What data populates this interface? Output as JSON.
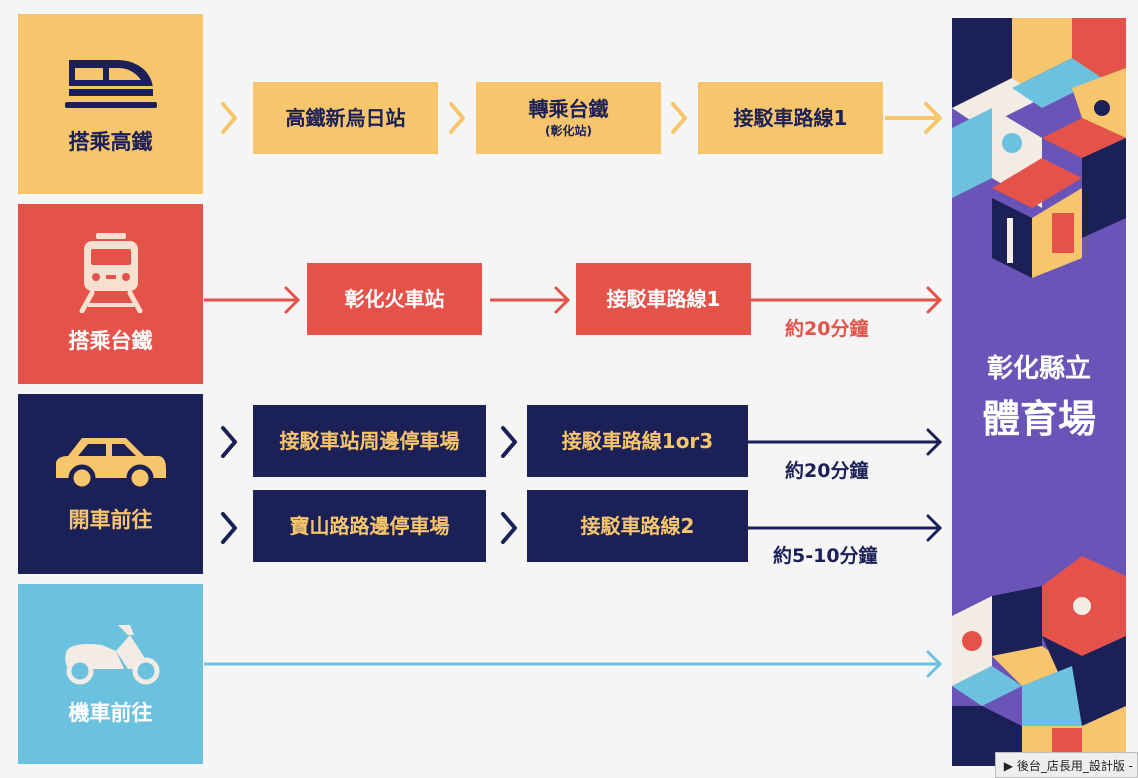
{
  "colors": {
    "hsr": "#f7c56b",
    "tra": "#e4524a",
    "car": "#1b2057",
    "scooter": "#6cc1df",
    "venue": "#6a54b8",
    "car_accent": "#f7c56b"
  },
  "modes": [
    {
      "id": "hsr",
      "label": "搭乘高鐵",
      "icon": "high-speed-train-icon"
    },
    {
      "id": "tra",
      "label": "搭乘台鐵",
      "icon": "train-icon"
    },
    {
      "id": "car",
      "label": "開車前往",
      "icon": "car-icon"
    },
    {
      "id": "scooter",
      "label": "機車前往",
      "icon": "scooter-icon"
    }
  ],
  "routes": {
    "hsr": {
      "step1": "高鐵新烏日站",
      "step2": "轉乘台鐵",
      "step2_sub": "(彰化站)",
      "step3": "接駁車路線1"
    },
    "tra": {
      "step1": "彰化火車站",
      "step2": "接駁車路線1",
      "time": "約20分鐘"
    },
    "car_a": {
      "step1": "接駁車站周邊停車場",
      "step2": "接駁車路線1or3",
      "time": "約20分鐘"
    },
    "car_b": {
      "step1": "寶山路路邊停車場",
      "step2": "接駁車路線2",
      "time": "約5-10分鐘"
    }
  },
  "destination": {
    "line1": "彰化縣立",
    "line2": "體育場"
  },
  "footer": {
    "label": "▶ 後台_店長用_設計版 -"
  }
}
